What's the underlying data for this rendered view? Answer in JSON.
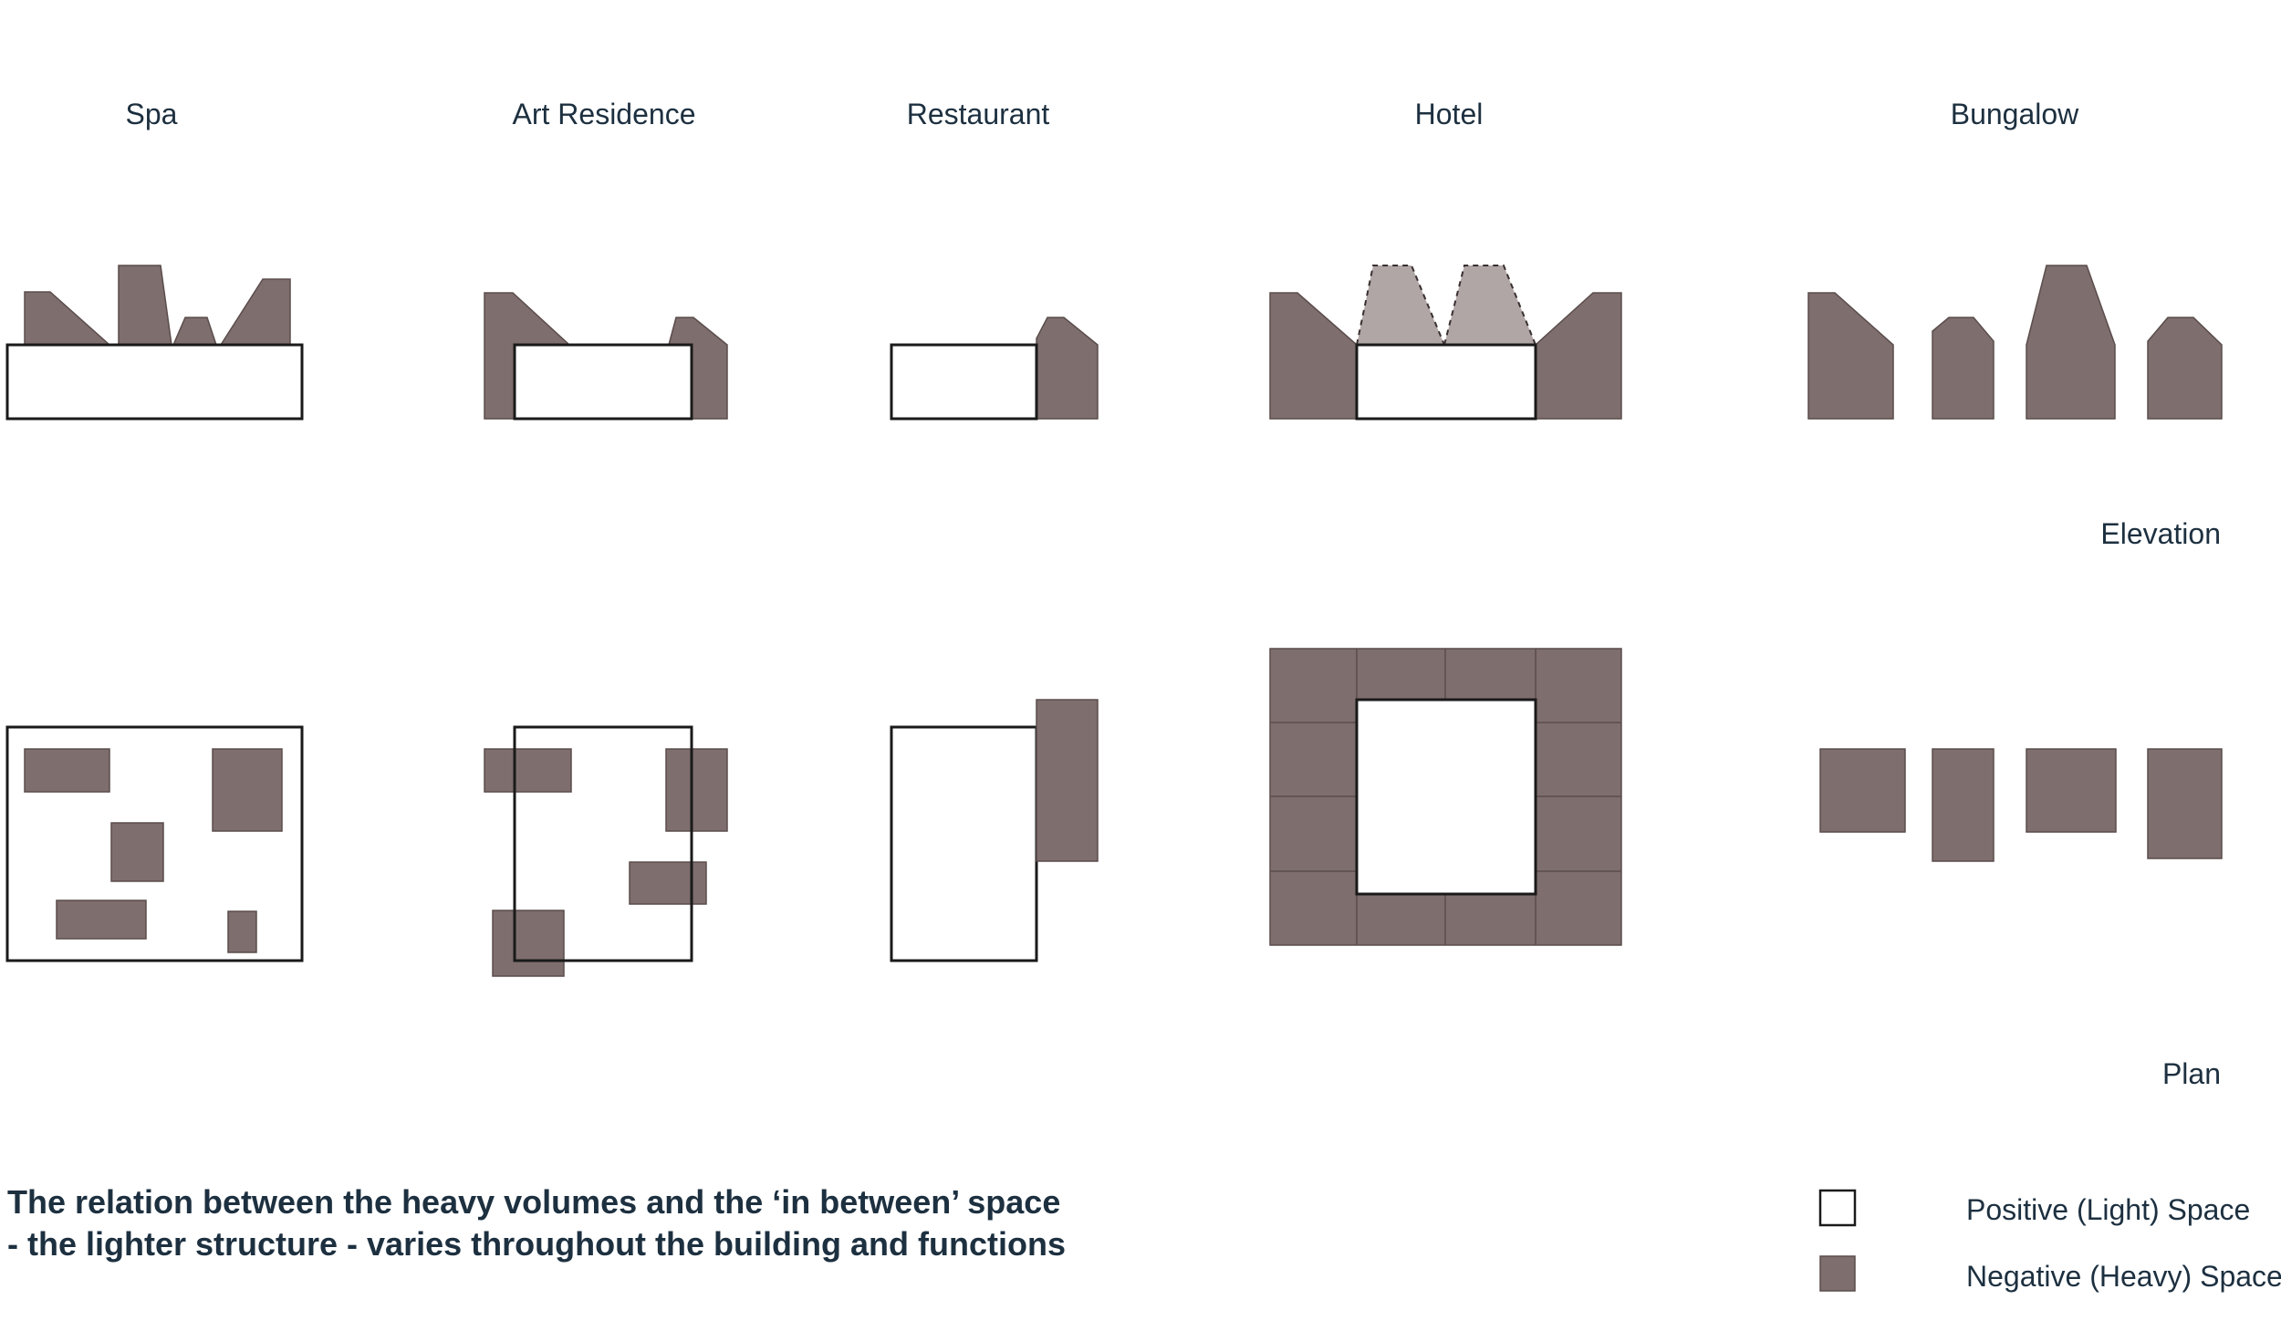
{
  "columns": {
    "spa": "Spa",
    "art_residence": "Art Residence",
    "restaurant": "Restaurant",
    "hotel": "Hotel",
    "bungalow": "Bungalow"
  },
  "rows": {
    "elevation": "Elevation",
    "plan": "Plan"
  },
  "caption": {
    "line1": "The relation between the heavy volumes and the ‘in between’ space",
    "line2": "- the lighter structure - varies throughout the building and functions"
  },
  "legend": {
    "positive": "Positive (Light) Space",
    "negative": "Negative (Heavy) Space"
  },
  "colors": {
    "heavy": "#7e6e6d",
    "heavy_transparent": "#b0a6a5",
    "light": "#ffffff",
    "outline": "#1a1a1a",
    "text": "#1d3040"
  }
}
